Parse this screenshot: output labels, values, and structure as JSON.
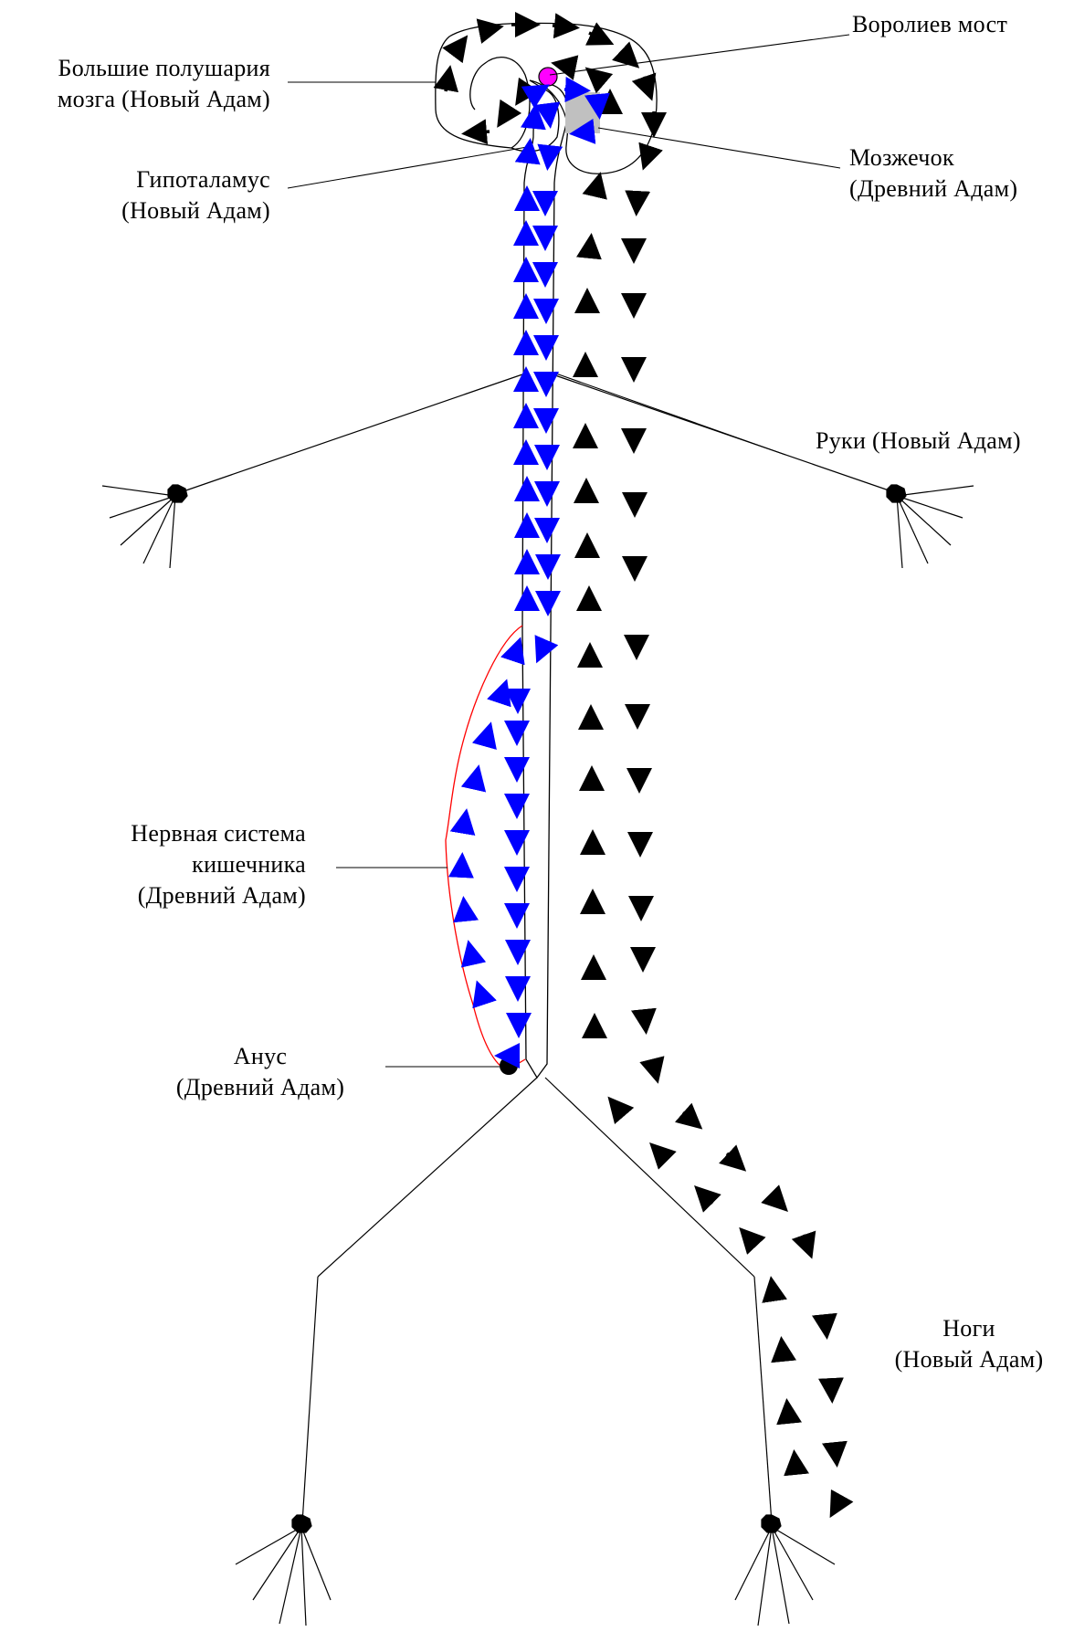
{
  "labels": {
    "hemispheres": [
      "Большие полушария",
      "мозга (Новый Адам)"
    ],
    "pons": [
      "Воролиев мост"
    ],
    "hypothalamus": [
      "Гипоталамус",
      "(Новый Адам)"
    ],
    "cerebellum": [
      "Мозжечок",
      "(Древний Адам)"
    ],
    "arms": [
      "Руки (Новый Адам)"
    ],
    "enteric": [
      "Нервная система",
      "кишечника",
      "(Древний Адам)"
    ],
    "anus": [
      "Анус",
      "(Древний Адам)"
    ],
    "legs": [
      "Ноги",
      "(Новый Адам)"
    ]
  },
  "colors": {
    "outline": "#000000",
    "blue_arrows": "#0000ff",
    "black_arrows": "#000000",
    "pons_dot": "#ff00ff",
    "cerebellum_fill": "#c0c0c0",
    "enteric_outline": "#ff0000"
  }
}
